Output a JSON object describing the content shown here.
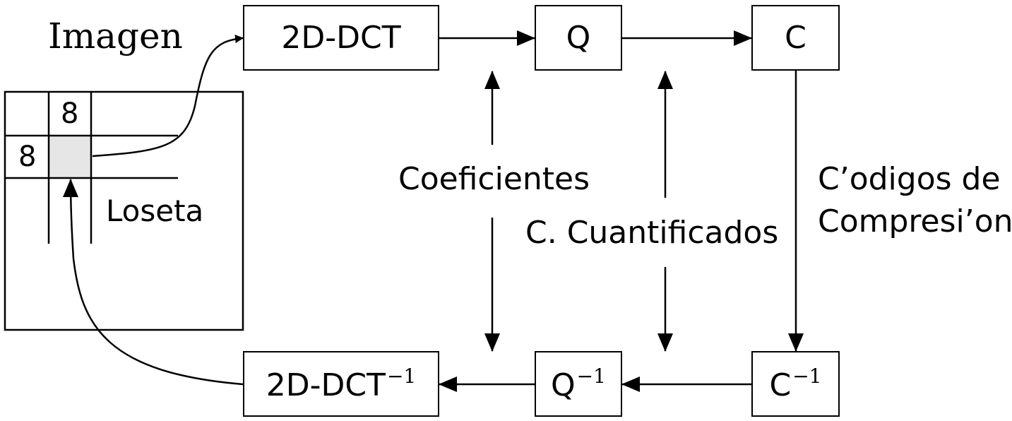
{
  "image_label": "Imagen",
  "tile": {
    "size_top": "8",
    "size_left": "8",
    "label": "Loseta"
  },
  "boxes": {
    "dct": {
      "label": "2D-DCT"
    },
    "q": {
      "label": "Q"
    },
    "c": {
      "label": "C"
    },
    "idct": {
      "label": "2D-DCT",
      "sup": "−1"
    },
    "iq": {
      "label": "Q",
      "sup": "−1"
    },
    "ic": {
      "label": "C",
      "sup": "−1"
    }
  },
  "labels": {
    "coeficientes": "Coeficientes",
    "cuantificados": "C. Cuantificados",
    "codigos_line1": "C’odigos de",
    "codigos_line2": "Compresi’on"
  },
  "colors": {
    "stroke": "#000000",
    "tile_fill": "#e6e6e6",
    "background": "#ffffff"
  }
}
